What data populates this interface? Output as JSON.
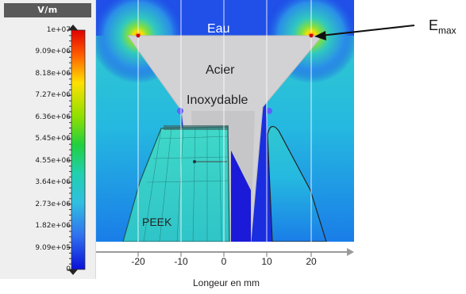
{
  "legend": {
    "unit": "V/m",
    "ticks": [
      "1e+07",
      "9.09e+06",
      "8.18e+06",
      "7.27e+06",
      "6.36e+06",
      "5.45e+06",
      "4.55e+06",
      "3.64e+06",
      "2.73e+06",
      "1.82e+06",
      "9.09e+05",
      "0"
    ],
    "colors": [
      "#e00000",
      "#ff7a00",
      "#ffe000",
      "#8ee000",
      "#20d040",
      "#20d0b0",
      "#30c0e0",
      "#3070f0",
      "#1010e0"
    ]
  },
  "labels": {
    "water": "Eau",
    "steel_line1": "Acier",
    "steel_line2": "Inoxydable",
    "peek": "PEEK"
  },
  "axis": {
    "ticks": [
      "-20",
      "-10",
      "0",
      "10",
      "20"
    ],
    "label": "Longeur en mm"
  },
  "annotation": {
    "base": "E",
    "sub": "max"
  }
}
